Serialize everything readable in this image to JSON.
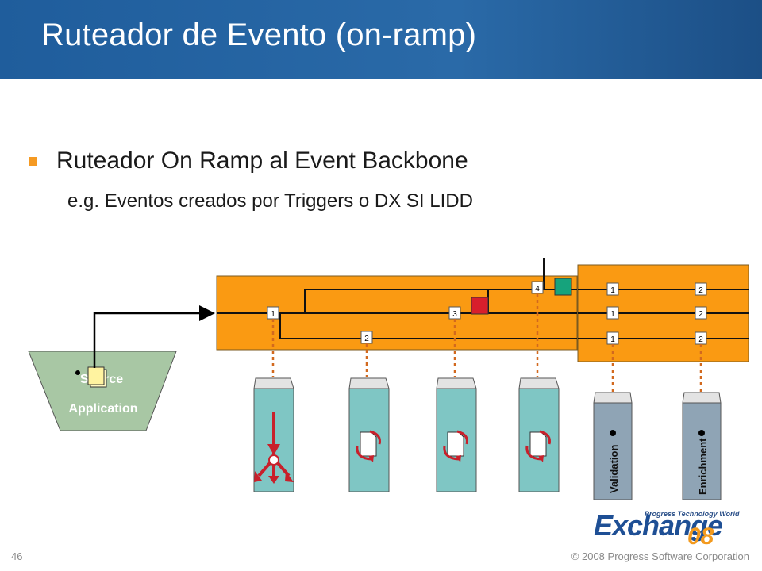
{
  "slide": {
    "title": "Ruteador de Evento (on-ramp)",
    "bullet": "Ruteador On Ramp al Event Backbone",
    "sub_bullet": "e.g. Eventos creados por Triggers o DX SI LIDD",
    "slide_number": "46",
    "copyright": "© 2008 Progress Software Corporation"
  },
  "diagram": {
    "source_label_1": "Source",
    "source_label_2": "Application",
    "markers_left": [
      "1",
      "2",
      "3",
      "4"
    ],
    "markers_right_col1": [
      "1",
      "1",
      "1"
    ],
    "markers_right_col2": [
      "2",
      "2",
      "2"
    ],
    "service_labels": [
      "Validation",
      "Enrichment"
    ]
  },
  "logo": {
    "subtitle": "Progress Technology World",
    "name": "Exchange",
    "year": "08"
  },
  "colors": {
    "title_bar": "#1f5d9c",
    "bullet": "#f59a23",
    "router_fill": "#fa9a12",
    "source_fill": "#a8c7a4",
    "container_teal": "#7fc6c4",
    "container_gray": "#8fa4b5",
    "red_square": "#d81f2c",
    "green_square": "#16a37c",
    "arrow_red": "#c8202b"
  }
}
